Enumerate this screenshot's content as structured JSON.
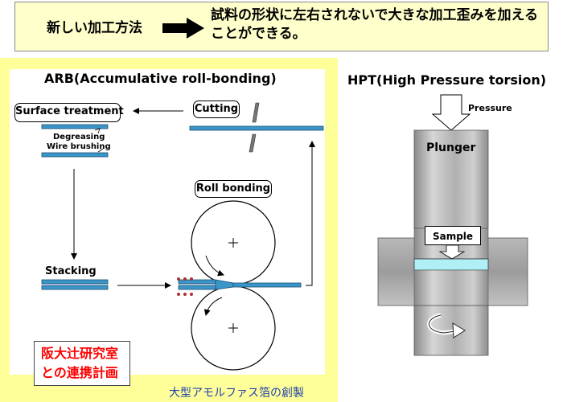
{
  "banner": {
    "left_text": "新しい加工方法",
    "right_text": "試料の形状に左右されないで大きな加工歪みを加えることができる。"
  },
  "arb": {
    "title": "ARB(Accumulative roll-bonding)",
    "surface_treatment": "Surface treatment",
    "cutting": "Cutting",
    "degreasing": "Degreasing",
    "wire_brushing": "Wire brushing",
    "roll_bonding": "Roll bonding",
    "stacking": "Stacking"
  },
  "collab_note": {
    "line1": "阪大辻研究室",
    "line2": "との連携計画"
  },
  "bottom_caption": "大型アモルファス箔の創製",
  "hpt": {
    "title": "HPT(High Pressure torsion)",
    "pressure": "Pressure",
    "plunger": "Plunger",
    "sample": "Sample"
  },
  "colors": {
    "banner_bg": "#ffffcc",
    "panel_bg": "#ffff99",
    "sheet": "#3a95c8",
    "red_text": "#ff0000",
    "caption": "#1f3fa8"
  }
}
